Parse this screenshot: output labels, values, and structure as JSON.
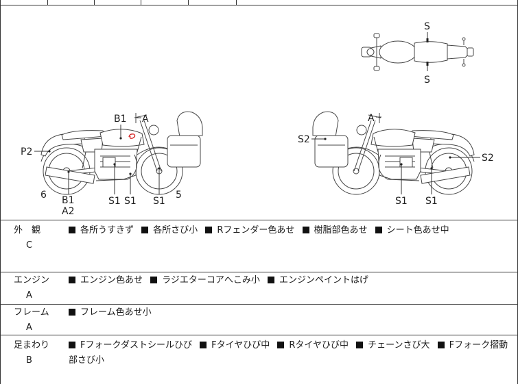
{
  "diagram": {
    "left_view": {
      "b1_upper": "B1",
      "a_upper": "A",
      "p2": "P2",
      "six": "6",
      "b1_lower": "B1",
      "a2": "A2",
      "s1_first": "S1",
      "s1_second": "S1",
      "s1_third": "S1",
      "five": "5"
    },
    "right_view": {
      "a_upper": "A",
      "s2_left": "S2",
      "s2_right": "S2",
      "s1_first": "S1",
      "s1_second": "S1"
    },
    "top_view": {
      "s_upper": "S",
      "s_lower": "S"
    },
    "damage_mark_color": "#d42020"
  },
  "icons": {
    "bullet": "black-square-icon"
  },
  "sections": [
    {
      "category": "外　観",
      "grade": "C",
      "items": [
        "各所うすきず",
        "各所さび小",
        "Rフェンダー色あせ",
        "樹脂部色あせ",
        "シート色あせ中"
      ]
    },
    {
      "category": "エンジン",
      "grade": "A",
      "items": [
        "エンジン色あせ",
        "ラジエターコアへこみ小",
        "エンジンペイントはげ"
      ]
    },
    {
      "category": "フレーム",
      "grade": "A",
      "items": [
        "フレーム色あせ小"
      ]
    },
    {
      "category": "足まわり",
      "grade": "B",
      "items": [
        "Fフォークダストシールひび",
        "Fタイヤひび中",
        "Rタイヤひび中",
        "チェーンさび大",
        "Fフォーク摺動部さび小"
      ]
    }
  ]
}
